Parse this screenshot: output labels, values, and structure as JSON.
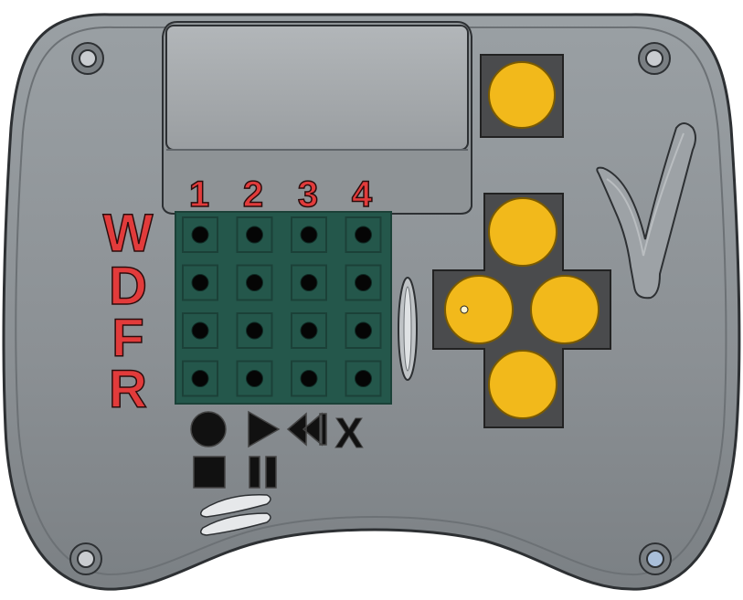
{
  "colors": {
    "shell": "#8a8f93",
    "shell_dark": "#6f7478",
    "shell_edge": "#2d3033",
    "display": "#a4a8ab",
    "key_green": "#24574b",
    "key_green_dark": "#1b4138",
    "button_yellow": "#f2b91b",
    "button_outline": "#7a5a00",
    "pad_dark": "#4a4b4d",
    "label_red": "#e23b3b",
    "label_dark": "#1f1f1f",
    "screw_gray": "#c9ccd0",
    "screw_blue": "#a9bfda"
  },
  "column_labels": [
    "1",
    "2",
    "3",
    "4"
  ],
  "row_labels": [
    "W",
    "D",
    "F",
    "R"
  ],
  "grid": {
    "rows": 4,
    "cols": 4
  },
  "transport_controls": [
    {
      "name": "record",
      "icon": "record-icon"
    },
    {
      "name": "play",
      "icon": "play-icon"
    },
    {
      "name": "rewind",
      "icon": "rewind-icon"
    },
    {
      "name": "clear",
      "label": "X",
      "icon": "close-icon"
    },
    {
      "name": "stop",
      "icon": "stop-icon"
    },
    {
      "name": "pause",
      "icon": "pause-icon"
    }
  ],
  "dpad": [
    "up",
    "left",
    "right",
    "down"
  ],
  "logo": "V"
}
